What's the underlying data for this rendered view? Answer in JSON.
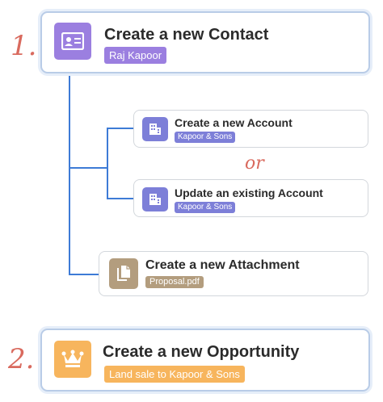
{
  "steps": {
    "first": "1.",
    "second": "2."
  },
  "contact": {
    "title": "Create a new Contact",
    "tag": "Raj Kapoor",
    "icon": "contact-card-icon",
    "color": "#9b7fe0"
  },
  "new_account": {
    "title": "Create a new Account",
    "tag": "Kapoor & Sons",
    "icon": "building-icon",
    "color": "#7d7fd8"
  },
  "or_label": "or",
  "existing_account": {
    "title": "Update an existing Account",
    "tag": "Kapoor & Sons",
    "icon": "building-icon",
    "color": "#7d7fd8"
  },
  "attachment": {
    "title": "Create a new Attachment",
    "tag": "Proposal.pdf",
    "icon": "documents-icon",
    "color": "#b39d7e"
  },
  "opportunity": {
    "title": "Create a new Opportunity",
    "tag": "Land sale to Kapoor & Sons",
    "icon": "crown-icon",
    "color": "#f7b55d"
  },
  "colors": {
    "connector": "#3d7bd6",
    "step_number": "#d96a5e",
    "major_border": "#b9cce7"
  }
}
